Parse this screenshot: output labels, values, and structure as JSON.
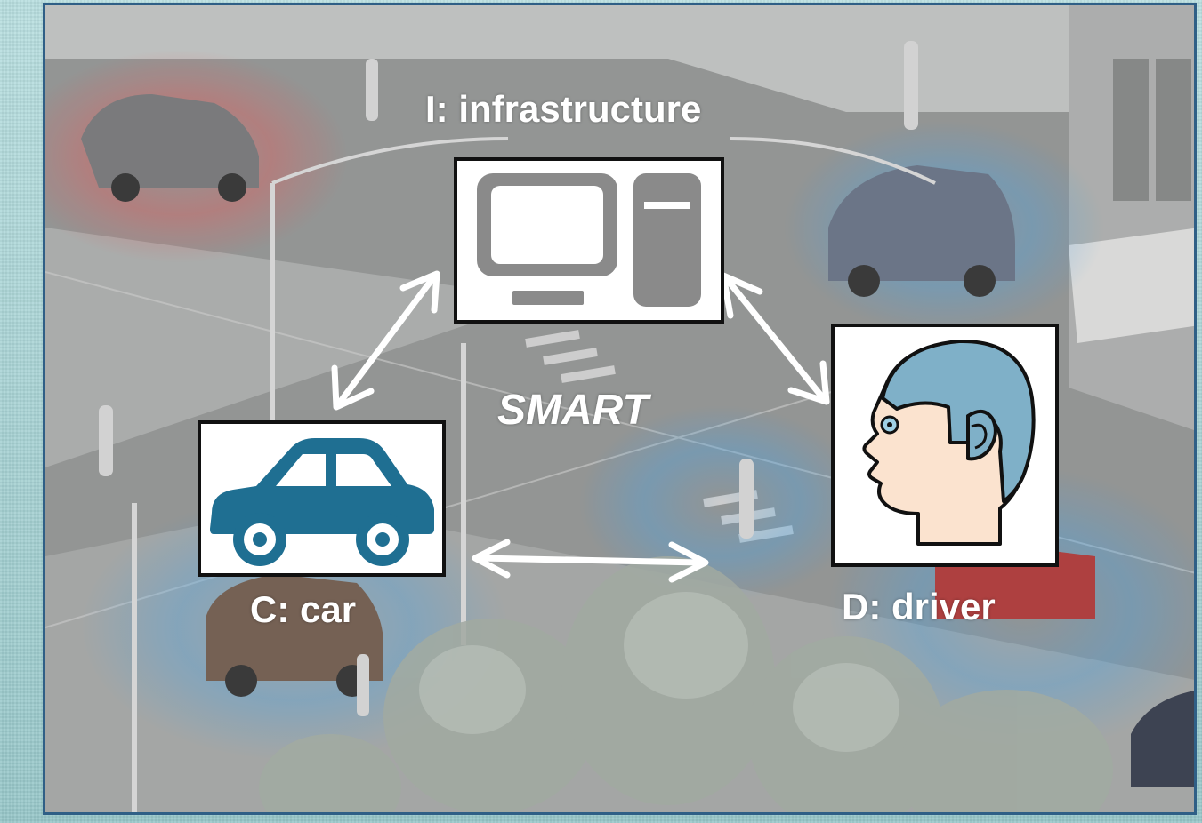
{
  "nodes": {
    "infrastructure": {
      "label": "I: infrastructure",
      "icon": "computer-icon"
    },
    "car": {
      "label": "C: car",
      "icon": "car-icon"
    },
    "driver": {
      "label": "D: driver",
      "icon": "head-profile-icon"
    }
  },
  "center_label": "SMART",
  "colors": {
    "frame_border": "#2f5f86",
    "car_icon": "#1f6f92",
    "head_hair": "#7fb0c8",
    "head_skin": "#fbe3cf",
    "computer_gray": "#808080",
    "arrows": "#ffffff"
  }
}
